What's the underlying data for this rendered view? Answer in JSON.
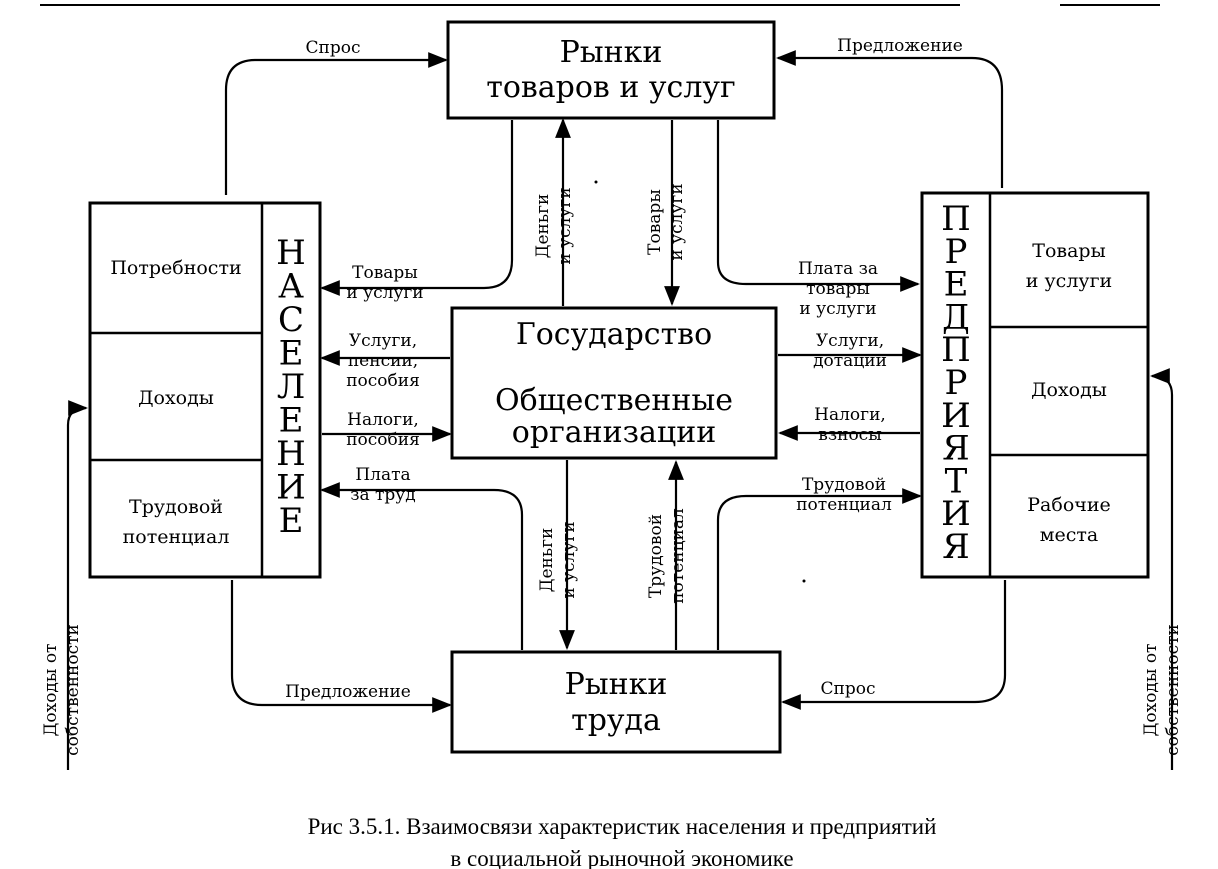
{
  "boxes": {
    "goods_market": {
      "line1": "Рынки",
      "line2": "товаров и услуг"
    },
    "labor_market": {
      "line1": "Рынки",
      "line2": "труда"
    },
    "state": {
      "line1": "Государство",
      "line2": "Общественные",
      "line3": "организации"
    },
    "population": {
      "letters": [
        "Н",
        "А",
        "С",
        "Е",
        "Л",
        "Е",
        "Н",
        "И",
        "Е"
      ],
      "cells": [
        "Потребности",
        "Доходы",
        "Трудовой|потенциал"
      ]
    },
    "enterprises": {
      "letters": [
        "П",
        "Р",
        "Е",
        "Д",
        "П",
        "Р",
        "И",
        "Я",
        "Т",
        "И",
        "Я"
      ],
      "cells": [
        "Товары|и услуги",
        "Доходы",
        "Рабочие|места"
      ]
    }
  },
  "labels": {
    "demand_top": "Спрос",
    "supply_top": "Предложение",
    "money_services_up": "Деньги|и услуги",
    "goods_services_down": "Товары|и услуги",
    "goods_to_pop": "Товары|и услуги",
    "pay_for_goods": "Плата за|товары|и услуги",
    "services_pensions": "Услуги,|пенсии,|пособия",
    "services_subsidies": "Услуги,|дотации",
    "taxes_pop": "Налоги,|пособия",
    "taxes_ent": "Налоги,|взносы",
    "pay_for_labor": "Плата|за труд",
    "labor_potential_ent": "Трудовой|потенциал",
    "money_services_down": "Деньги|и услуги",
    "labor_potential_up": "Трудовой|потенциал",
    "supply_bottom": "Предложение",
    "demand_bottom": "Спрос",
    "property_income_left": "Доходы от|собственности",
    "property_income_right": "Доходы от|собственности"
  },
  "caption": {
    "line1": "Рис 3.5.1. Взаимосвязи характеристик населения и предприятий",
    "line2": "в социальной рыночной экономике"
  }
}
